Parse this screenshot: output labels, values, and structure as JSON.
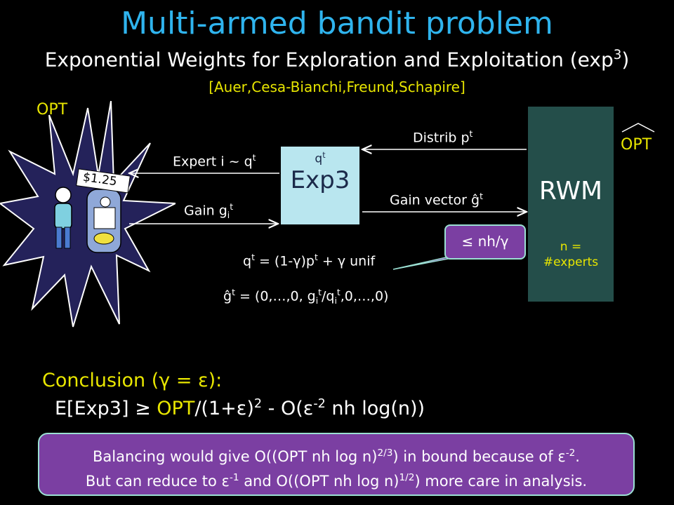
{
  "title": "Multi-armed bandit problem",
  "subtitle": {
    "text": "Exponential Weights for Exploration and Exploitation (exp",
    "sup": "3",
    "close": ")"
  },
  "citation": "[Auer,Cesa-Bianchi,Freund,Schapire]",
  "opt_left": "OPT",
  "opt_right": "OPT",
  "price_tag": "$1.25",
  "exp3_box": {
    "top_label": "q",
    "top_sup": "t",
    "name": "Exp3"
  },
  "rwm_box": {
    "name": "RWM",
    "n_line1": "n =",
    "n_line2": "#experts"
  },
  "arrows": {
    "expert": {
      "text": "Expert i ~ q",
      "sup": "t"
    },
    "gain": {
      "text": "Gain g",
      "sub": "i",
      "sup": "t"
    },
    "distrib": {
      "text": "Distrib p",
      "sup": "t"
    },
    "gain_vector": {
      "text": "Gain vector ĝ",
      "sup": "t"
    }
  },
  "callout": "≤ nh/γ",
  "formula_q": {
    "a": "q",
    "a_sup": "t",
    "b": " = (1-γ)p",
    "b_sup": "t",
    "c": " + γ unif"
  },
  "formula_g": {
    "a": "ĝ",
    "a_sup": "t",
    "b": " = (0,…,0, g",
    "b_sub": "i",
    "b_sup": "t",
    "c": "/q",
    "c_sub": "i",
    "c_sup": "t",
    "d": ",0,…,0)"
  },
  "conclusion": {
    "heading": "Conclusion (γ = ε):",
    "part1": "E[Exp3] ≥ ",
    "part2": "OPT",
    "part3": "/(1+ε)",
    "sup1": "2",
    "part4": " - O(ε",
    "sup2": "-2",
    "part5": " nh log(n))"
  },
  "bottom_note": {
    "line1a": "Balancing would give O((OPT nh log n)",
    "line1sup": "2/3",
    "line1b": ") in bound because of ε",
    "line1sup2": "-2",
    "line1c": ".",
    "line2a": "But can reduce to ε",
    "line2sup": "-1",
    "line2b": " and O((OPT nh log n)",
    "line2sup2": "1/2",
    "line2c": ") more care in analysis."
  },
  "colors": {
    "title": "#2fb4ee",
    "accent_yellow": "#e8e600",
    "exp3_box": "#b9e6ef",
    "rwm_box": "#244e4a",
    "note_box": "#7b3fa2",
    "burst": "#24225a"
  }
}
